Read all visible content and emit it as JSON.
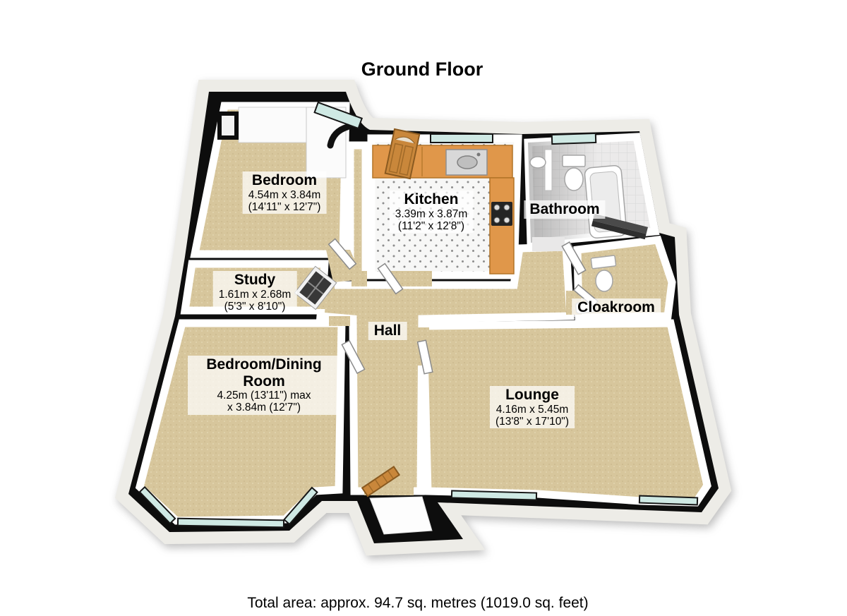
{
  "title": "Ground Floor",
  "footer": "Total area: approx. 94.7 sq. metres (1019.0 sq. feet)",
  "rooms": [
    {
      "name": "Bedroom",
      "dims_metric": "4.54m x 3.84m",
      "dims_imperial": "(14'11\" x 12'7\")"
    },
    {
      "name": "Kitchen",
      "dims_metric": "3.39m x 3.87m",
      "dims_imperial": "(11'2\" x 12'8\")"
    },
    {
      "name": "Bathroom"
    },
    {
      "name": "Study",
      "dims_metric": "1.61m x 2.68m",
      "dims_imperial": "(5'3\" x 8'10\")"
    },
    {
      "name": "Cloakroom"
    },
    {
      "name": "Hall"
    },
    {
      "name": "Bedroom/Dining Room",
      "dims_metric": "4.25m (13'11\") max",
      "dims_imperial": "x 3.84m (12'7\")"
    },
    {
      "name": "Lounge",
      "dims_metric": "4.16m x 5.45m",
      "dims_imperial": "(13'8\" x 17'10\")"
    }
  ],
  "colors": {
    "outline": "#0d0d0d",
    "carpet": "#d7c69c",
    "wood": "#c9873b",
    "counter": "#e0974a",
    "glazing": "#cfe9e4",
    "wall": "#ffffff",
    "labelBg": "rgba(255,255,255,0.72)"
  }
}
